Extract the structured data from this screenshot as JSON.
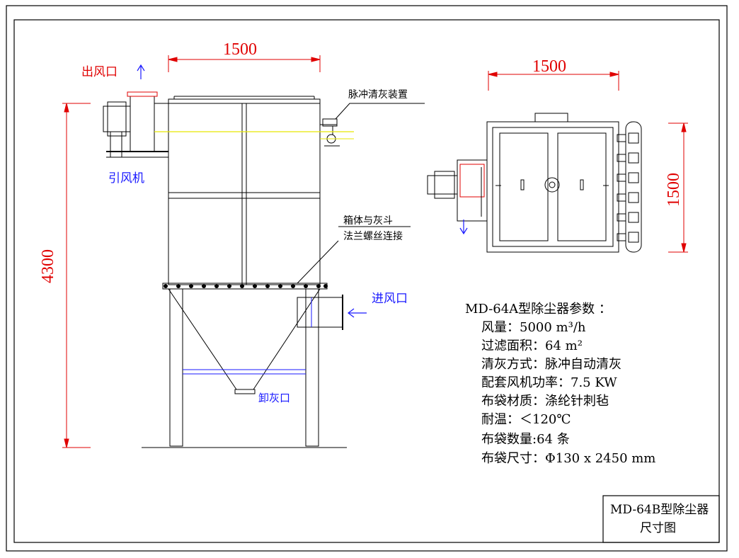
{
  "front_view": {
    "width_dim": "1500",
    "height_dim": "4300",
    "outlet_label": "出风口",
    "fan_label": "引风机",
    "pulse_label": "脉冲清灰装置",
    "flange_note_line1": "箱体与灰斗",
    "flange_note_line2": "法兰螺丝连接",
    "inlet_label": "进风口",
    "discharge_label": "卸灰口"
  },
  "top_view": {
    "width_dim": "1500",
    "height_dim": "1500"
  },
  "specs": {
    "title": "MD-64A型除尘器参数 ：",
    "airflow": "风量：5000 m³/h",
    "filter_area": "过滤面积：64 m²",
    "cleaning": "清灰方式：脉冲自动清灰",
    "fan_power": "配套风机功率：7.5 KW",
    "bag_material": "布袋材质：涤纶针刺毡",
    "temperature": "耐温：＜120℃",
    "bag_count": "布袋数量:64 条",
    "bag_size": "布袋尺寸：Φ130 x 2450 mm"
  },
  "title_block": {
    "line1": "MD-64B型除尘器",
    "line2": "尺寸图"
  },
  "colors": {
    "dimension": "#e00000",
    "label_blue": "#1a1aff",
    "line": "#000000",
    "yellow": "#e8e800"
  }
}
